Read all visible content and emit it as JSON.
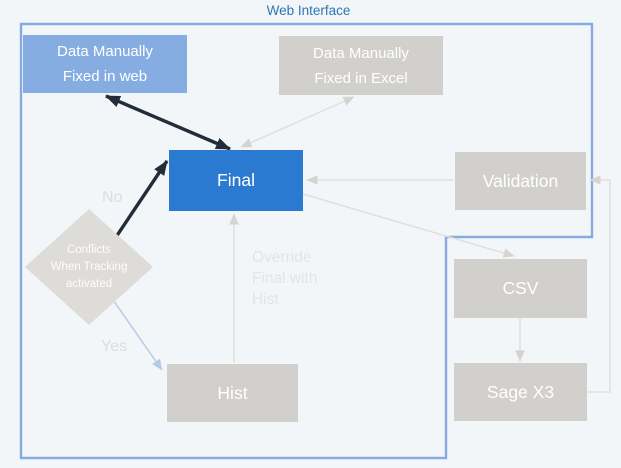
{
  "container": {
    "label": "Web Interface"
  },
  "nodes": {
    "web_fix": {
      "lines": [
        "Data Manually",
        "Fixed in web"
      ]
    },
    "excel_fix": {
      "lines": [
        "Data Manually",
        "Fixed in Excel"
      ]
    },
    "final": {
      "label": "Final"
    },
    "validation": {
      "label": "Validation"
    },
    "csv": {
      "label": "CSV"
    },
    "sage": {
      "label": "Sage X3"
    },
    "hist": {
      "label": "Hist"
    },
    "conflicts": {
      "lines": [
        "Conflicts",
        "When Tracking",
        "activated"
      ]
    }
  },
  "edge_labels": {
    "no": "No",
    "yes": "Yes",
    "override": [
      "Override",
      "Final with",
      "Hist"
    ]
  },
  "edges": [
    {
      "from": "web_fix",
      "to": "final",
      "style": "dark",
      "bidirectional": true
    },
    {
      "from": "conflicts",
      "to": "final",
      "style": "dark",
      "label": "No"
    },
    {
      "from": "excel_fix",
      "to": "final",
      "style": "gray",
      "bidirectional": true
    },
    {
      "from": "validation",
      "to": "final",
      "style": "gray"
    },
    {
      "from": "final",
      "to": "csv",
      "style": "gray"
    },
    {
      "from": "csv",
      "to": "sage",
      "style": "gray"
    },
    {
      "from": "sage",
      "to": "validation",
      "style": "gray"
    },
    {
      "from": "hist",
      "to": "final",
      "style": "gray",
      "label": "Override Final with Hist"
    },
    {
      "from": "conflicts",
      "to": "hist",
      "style": "blue",
      "label": "Yes"
    }
  ],
  "colors": {
    "background": "#f2f6f9",
    "container_border": "#85abdf",
    "container_label": "#2e75b6",
    "final_box": "#2b7ad2",
    "web_fix_box": "#86ade2",
    "gray_box": "#d2d0cd",
    "diamond": "#dedcd8",
    "dark_arrow": "#232c39",
    "gray_arrow": "#e2dfda",
    "yes_arrow": "#b6cbe1"
  }
}
